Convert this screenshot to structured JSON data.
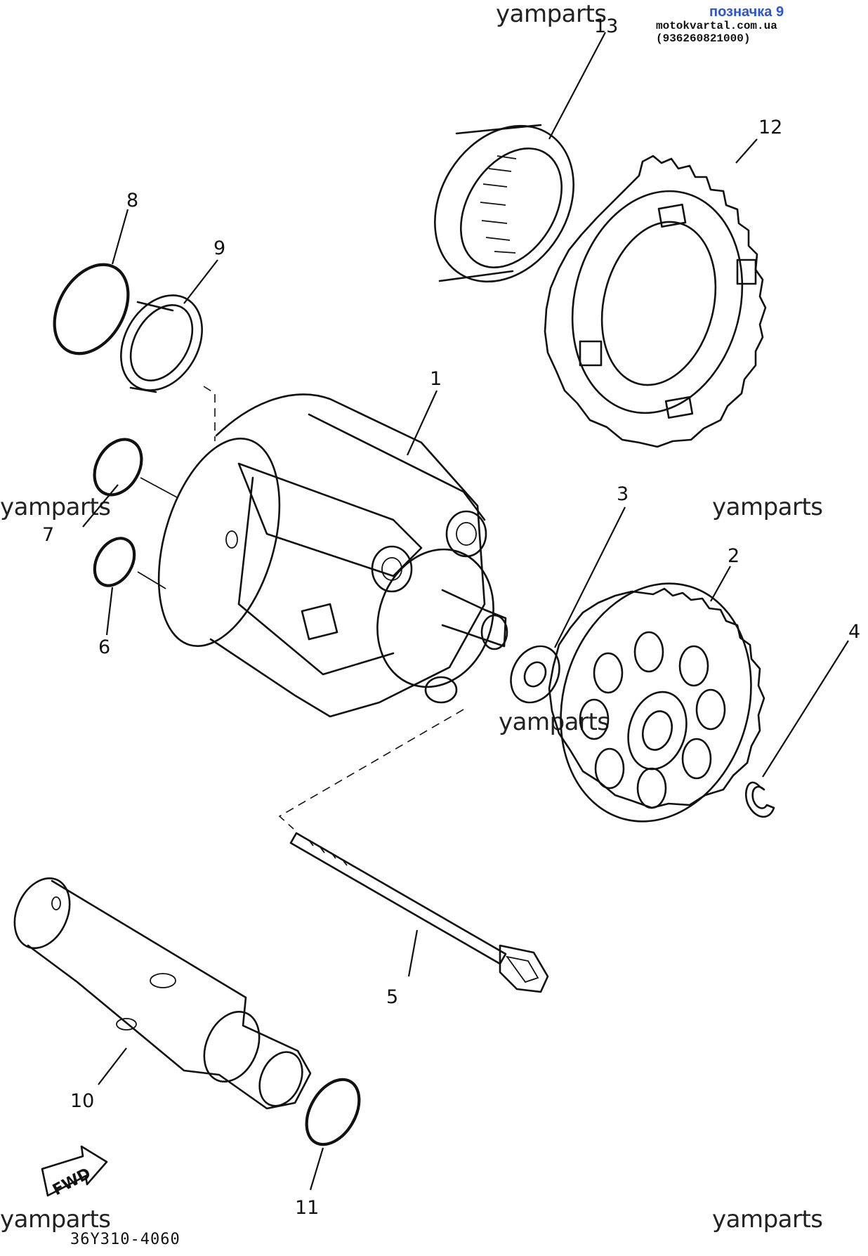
{
  "header": {
    "label": "позначка 9",
    "site": "motokvartal.com.ua (936260821000)"
  },
  "watermarks": [
    "yamparts",
    "yamparts",
    "yamparts",
    "yamparts",
    "yamparts",
    "yamparts"
  ],
  "diagram_code": "36Y310-4060",
  "fwd_label": "FWD",
  "part_numbers": [
    "1",
    "2",
    "3",
    "4",
    "5",
    "6",
    "7",
    "8",
    "9",
    "10",
    "11",
    "12",
    "13"
  ]
}
